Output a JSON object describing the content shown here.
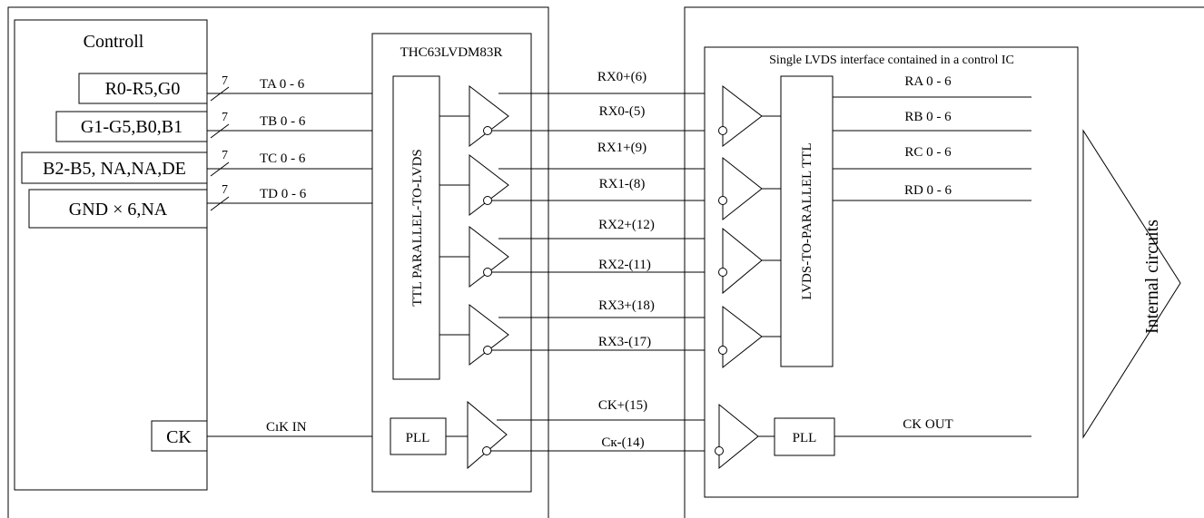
{
  "controller": {
    "title": "Controll",
    "inputs": [
      "R0-R5,G0",
      "G1-G5,B0,B1",
      "B2-B5, NA,NA,DE",
      "GND × 6,NA"
    ],
    "clock": "CK"
  },
  "bus": {
    "width": "7",
    "lines": [
      "TA 0 - 6",
      "TB 0 - 6",
      "TC 0 - 6",
      "TD 0 - 6"
    ],
    "clock_in": "CıK IN"
  },
  "transmitter": {
    "part": "THC63LVDM83R",
    "serializer": "TTL PARALLEL-TO-LVDS",
    "pll": "PLL"
  },
  "lvds_pairs": [
    {
      "plus": "RX0+(6)",
      "minus": "RX0-(5)"
    },
    {
      "plus": "RX1+(9)",
      "minus": "RX1-(8)"
    },
    {
      "plus": "RX2+(12)",
      "minus": "RX2-(11)"
    },
    {
      "plus": "RX3+(18)",
      "minus": "RX3-(17)"
    }
  ],
  "clock_pair": {
    "plus": "CK+(15)",
    "minus": "Cк-(14)"
  },
  "receiver": {
    "title": "Single LVDS interface contained in a control IC",
    "deserializer": "LVDS-TO-PARALLEL TTL",
    "outputs": [
      "RA 0 - 6",
      "RB 0 - 6",
      "RC 0 - 6",
      "RD 0 - 6"
    ],
    "pll": "PLL",
    "clock_out": "CK OUT",
    "internal": "Internal circuits"
  }
}
